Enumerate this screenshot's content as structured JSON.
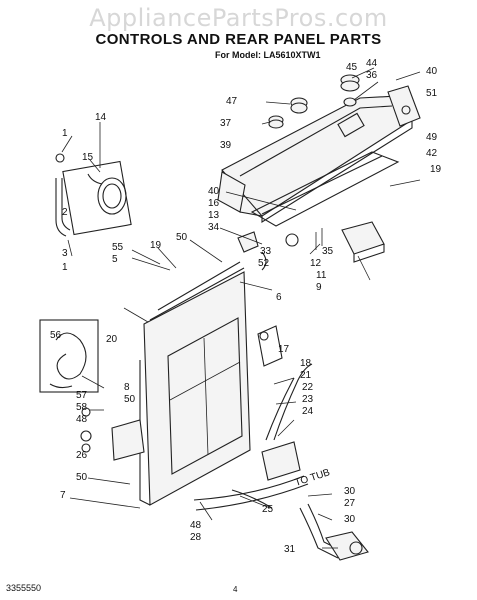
{
  "watermark": "AppliancePartsPros.com",
  "title": "CONTROLS AND REAR PANEL PARTS",
  "subtitle": "For Model: LA5610XTW1",
  "footer_code": "3355550",
  "footer_page": "4",
  "flow_note": "TO TUB",
  "callouts": [
    "1",
    "14",
    "15",
    "2",
    "3",
    "1",
    "55",
    "5",
    "19",
    "50",
    "52",
    "33",
    "6",
    "20",
    "47",
    "37",
    "39",
    "40",
    "16",
    "13",
    "34",
    "45",
    "44",
    "36",
    "40",
    "51",
    "49",
    "42",
    "19",
    "35",
    "12",
    "11",
    "9",
    "17",
    "18",
    "21",
    "22",
    "23",
    "24",
    "56",
    "57",
    "58",
    "48",
    "8",
    "50",
    "26",
    "50",
    "7",
    "48",
    "28",
    "25",
    "30",
    "27",
    "30",
    "31"
  ]
}
